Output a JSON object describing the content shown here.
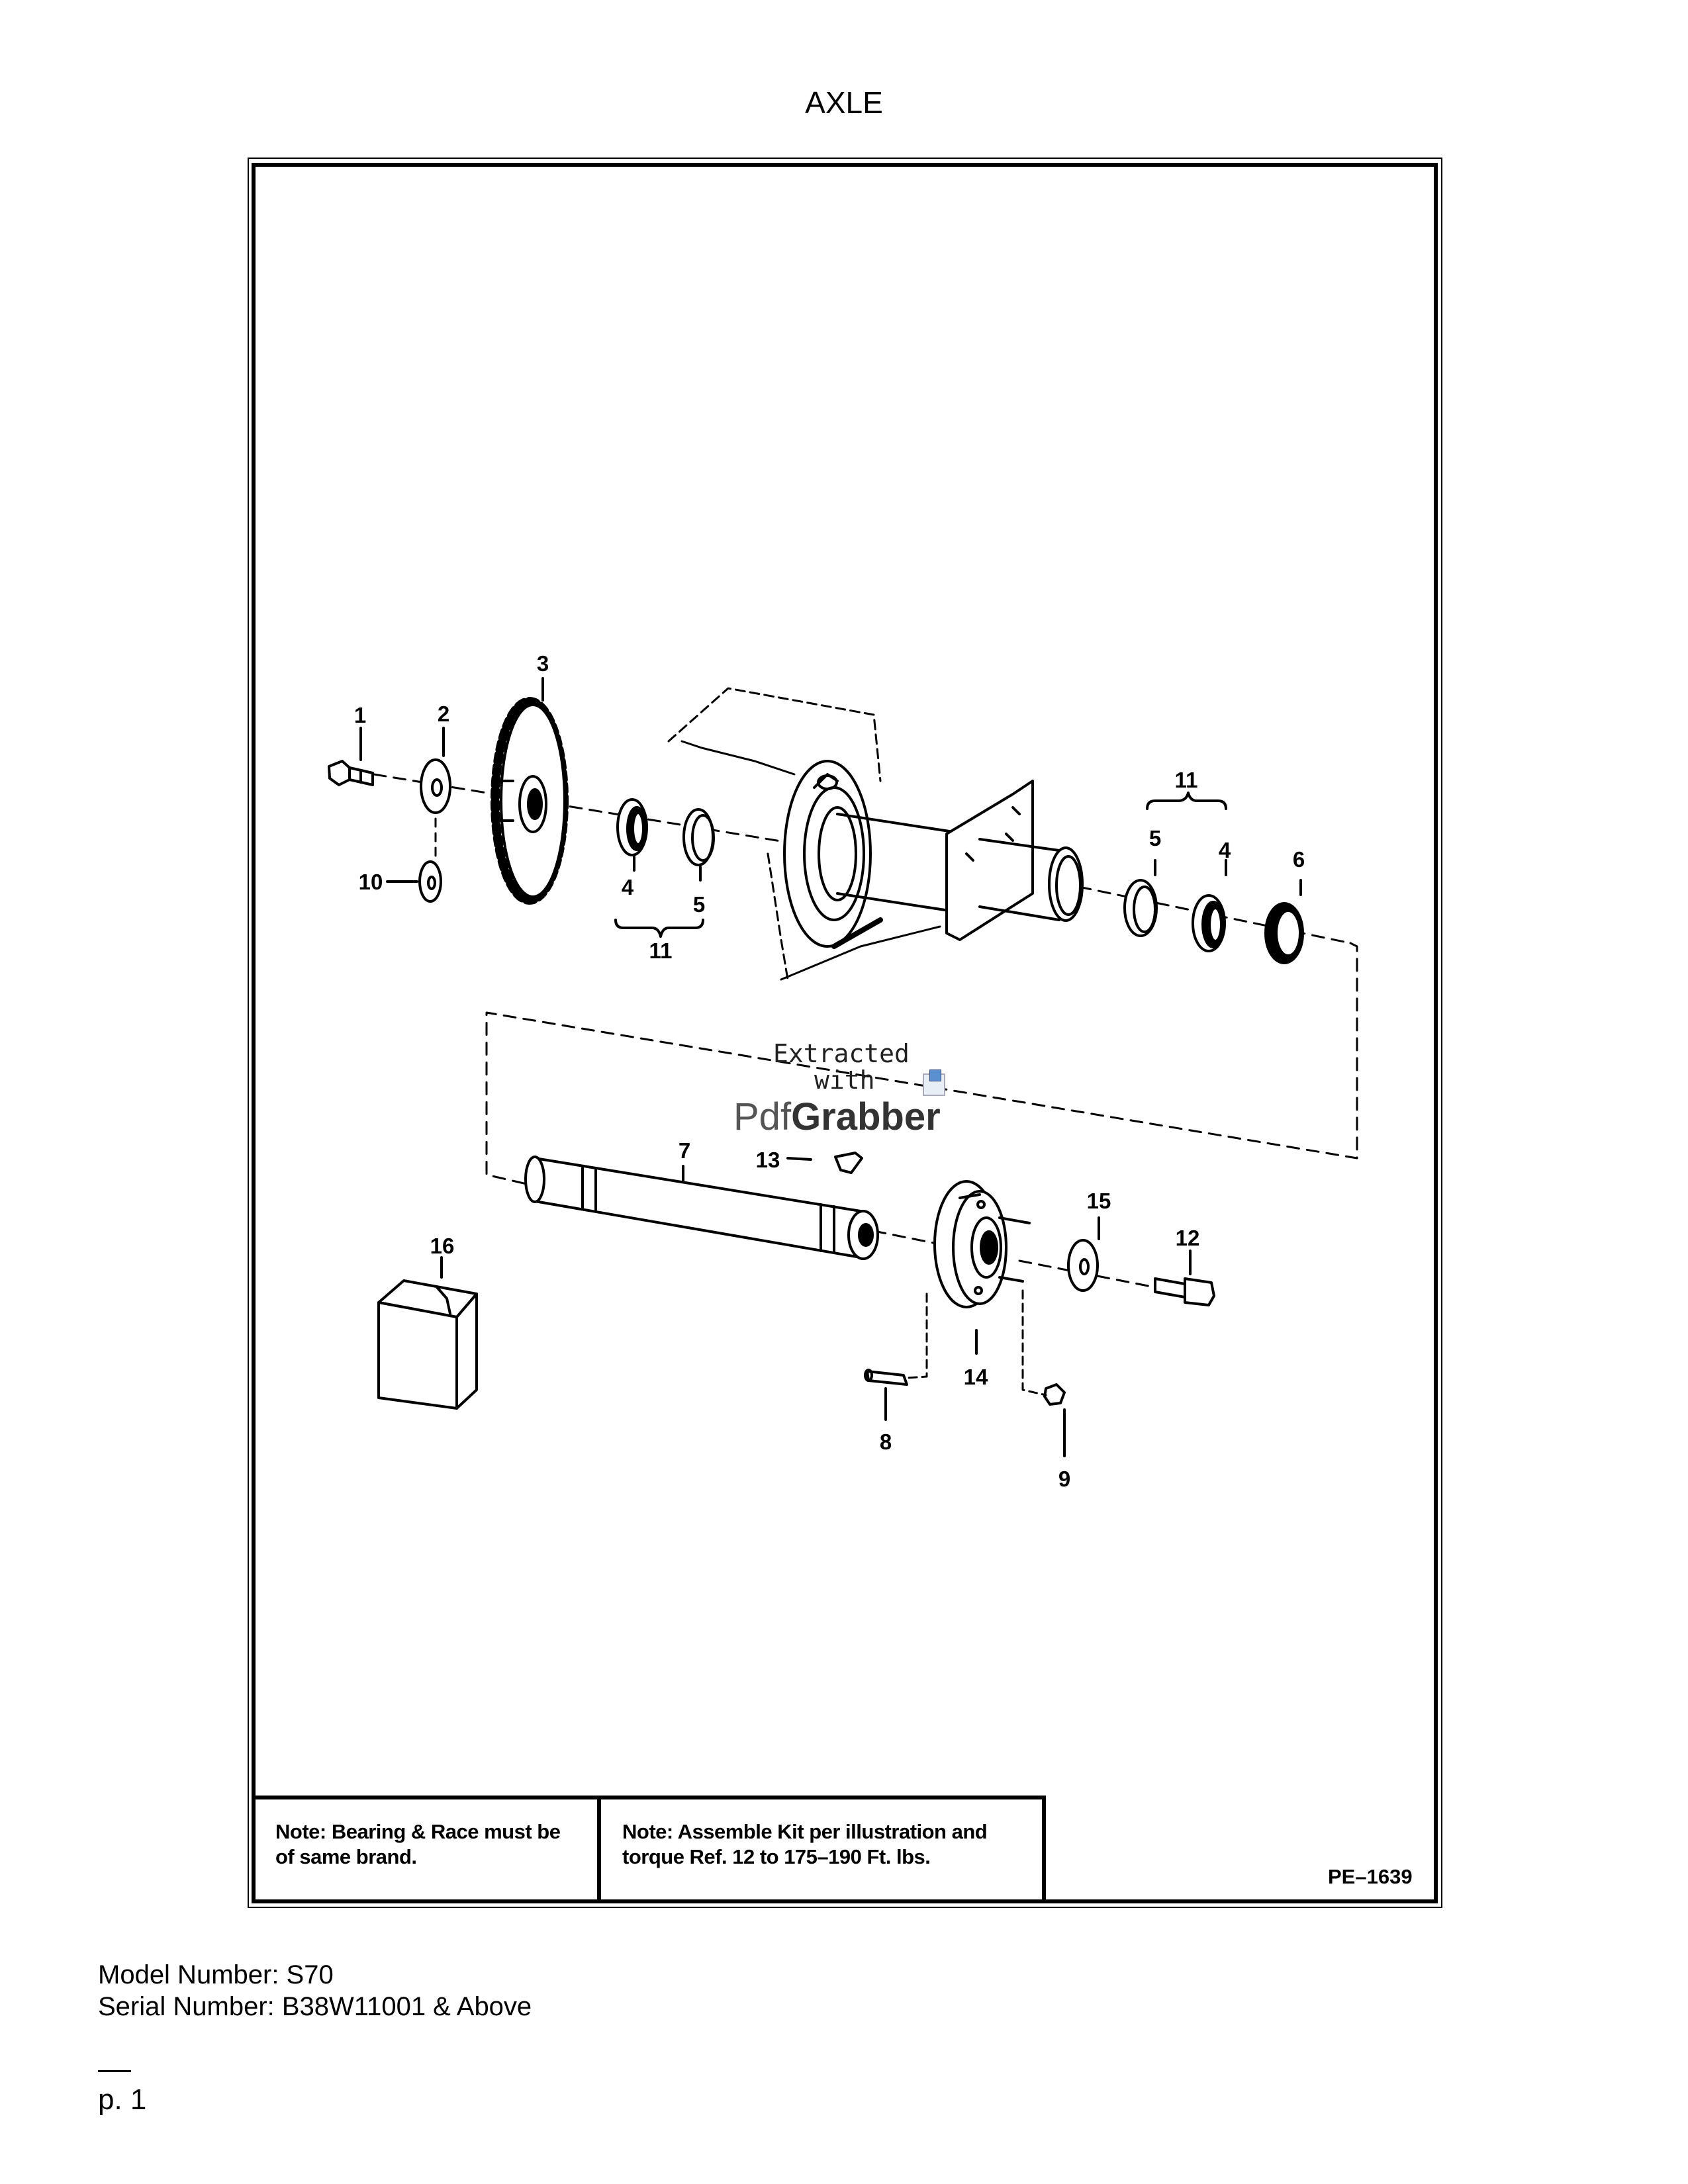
{
  "page": {
    "title": "AXLE",
    "model_number": "Model Number: S70",
    "serial_number": "Serial Number: B38W11001 & Above",
    "page_label": "p. 1"
  },
  "notes": {
    "note1_label": "Note:",
    "note1_text_line1": " Bearing & Race must be",
    "note1_text_line2": "of same brand.",
    "note2_label": "Note:",
    "note2_text_line1": " Assemble Kit per illustration and",
    "note2_text_line2": "torque Ref. 12 to 175–190 Ft. lbs.",
    "ref_code": "PE–1639"
  },
  "watermark": {
    "line1": "Extracted",
    "line2": "with",
    "brand_part1": "Pdf",
    "brand_part2": "Grabber"
  },
  "callouts": {
    "c1": "1",
    "c2": "2",
    "c3": "3",
    "c4a": "4",
    "c5a": "5",
    "c11a": "11",
    "c10": "10",
    "c11b": "11",
    "c5b": "5",
    "c4b": "4",
    "c6": "6",
    "c7": "7",
    "c13": "13",
    "c16": "16",
    "c15": "15",
    "c12": "12",
    "c14": "14",
    "c8": "8",
    "c9": "9"
  }
}
